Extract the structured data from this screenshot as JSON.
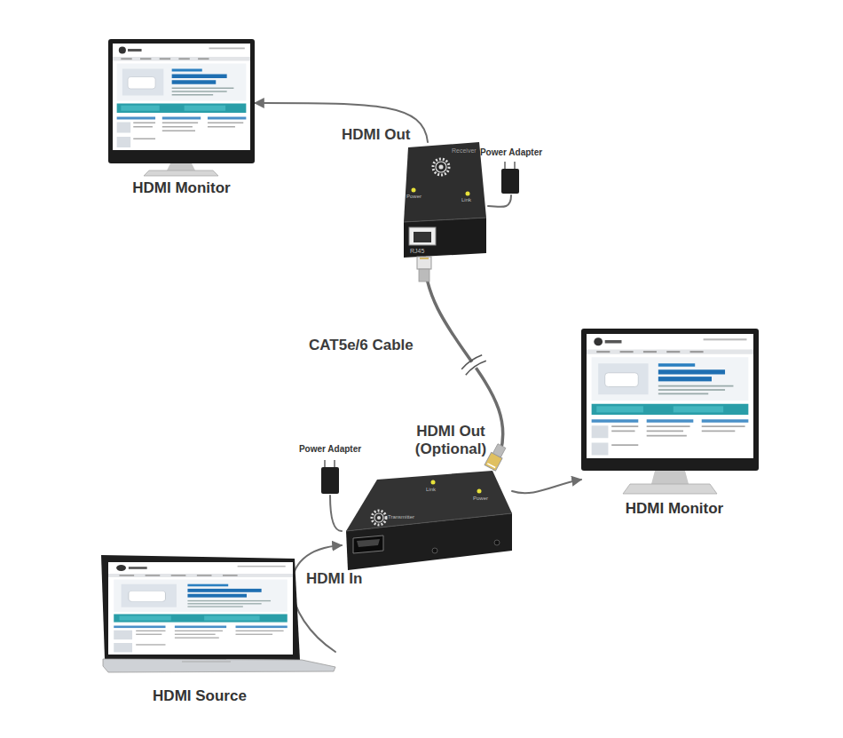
{
  "diagram": {
    "nodes": [
      {
        "text": [
          "HDMI Monitor"
        ]
      },
      {
        "text": [
          "Receiver",
          "Power",
          "Link",
          "RJ45"
        ]
      },
      {
        "text": [
          "Power Adapter"
        ]
      },
      {
        "text": [
          "HDMI Monitor"
        ]
      },
      {
        "text": [
          "Power Adapter"
        ]
      },
      {
        "text": [
          "Link",
          "Power",
          "Transmitter"
        ]
      },
      {
        "text": [
          "HDMI Source"
        ]
      }
    ],
    "edges": [
      {
        "from": 1,
        "to": 0,
        "arrow": "to",
        "label": "HDMI Out"
      },
      {
        "from": 2,
        "to": 1,
        "arrow": "none"
      },
      {
        "from": 5,
        "to": 1,
        "arrow": "none",
        "label": "CAT5e/6 Cable"
      },
      {
        "from": 5,
        "to": 3,
        "arrow": "to",
        "label": "HDMI Out (Optional)"
      },
      {
        "from": 4,
        "to": 5,
        "arrow": "none"
      },
      {
        "from": 6,
        "to": 5,
        "arrow": "to",
        "label": "HDMI In"
      }
    ]
  }
}
